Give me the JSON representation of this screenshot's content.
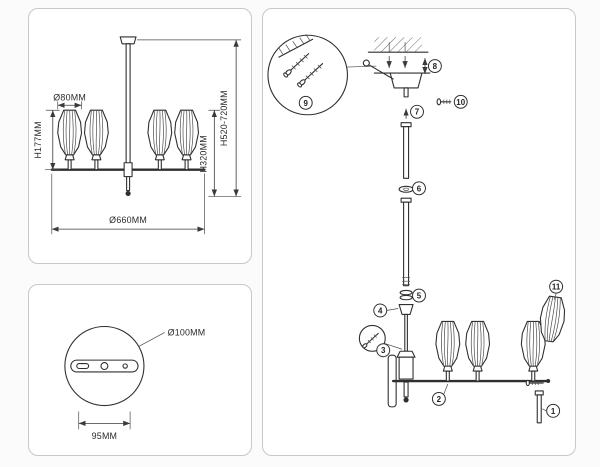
{
  "spec_panel": {
    "shade_diameter": "Ø80MM",
    "shade_height": "H177MM",
    "body_height": "H320MM",
    "overall_height": "H520-720MM",
    "overall_width": "Ø660MM"
  },
  "canopy_panel": {
    "plate_diameter": "Ø100MM",
    "mount_spacing": "95MM"
  },
  "assembly_panel": {
    "callouts": [
      "1",
      "2",
      "3",
      "4",
      "5",
      "6",
      "7",
      "8",
      "9",
      "10",
      "11"
    ]
  },
  "colors": {
    "line": "#2f2f2f",
    "panel_border": "#c5c9cc",
    "background": "#fafafa"
  }
}
